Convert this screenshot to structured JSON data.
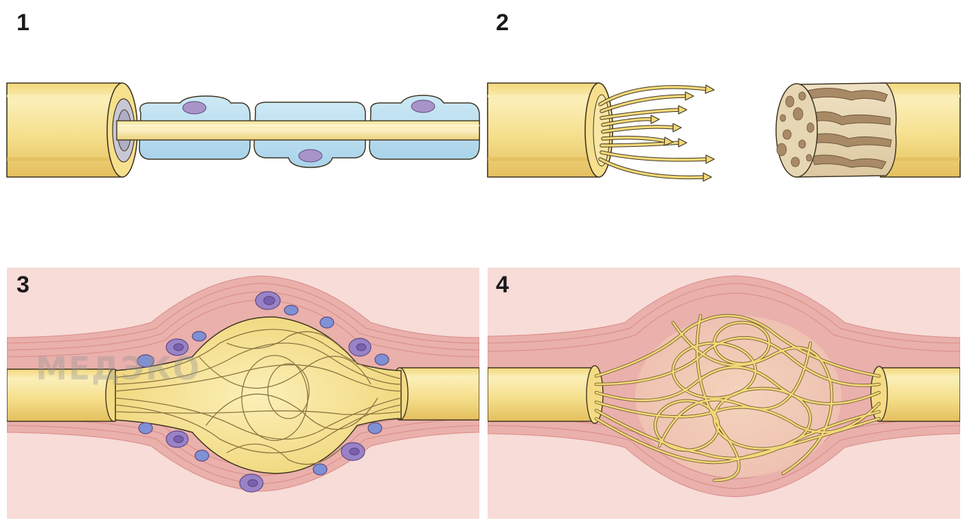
{
  "panels": [
    {
      "number": "1"
    },
    {
      "number": "2"
    },
    {
      "number": "3"
    },
    {
      "number": "4"
    }
  ],
  "watermark": {
    "text": "МЕДЭКО"
  },
  "colors": {
    "nerve_fill": "#f6e08e",
    "nerve_highlight": "#fbefb9",
    "nerve_shadow": "#e7c566",
    "outline": "#3d3320",
    "schwann_cell": "#b8ddef",
    "nucleus": "#a994c8",
    "tissue_background": "#f7dcd8",
    "scar_tissue": "#e9a9a5",
    "inflammatory_cell": "#8f74c0",
    "degenerated_stump": "#e6d6b4",
    "degeneration_spots": "#a98a66",
    "axon_sprout": "#f2d878"
  }
}
